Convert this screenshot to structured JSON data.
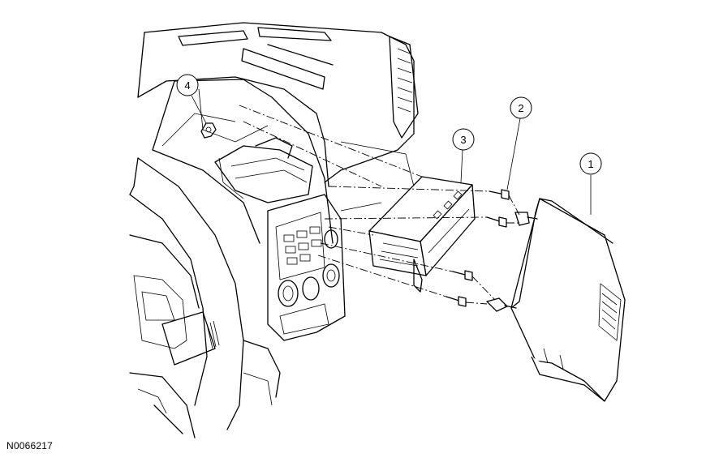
{
  "figure_id": "N0066217",
  "callouts": [
    {
      "label": "1"
    },
    {
      "label": "2"
    },
    {
      "label": "3"
    },
    {
      "label": "4"
    }
  ]
}
